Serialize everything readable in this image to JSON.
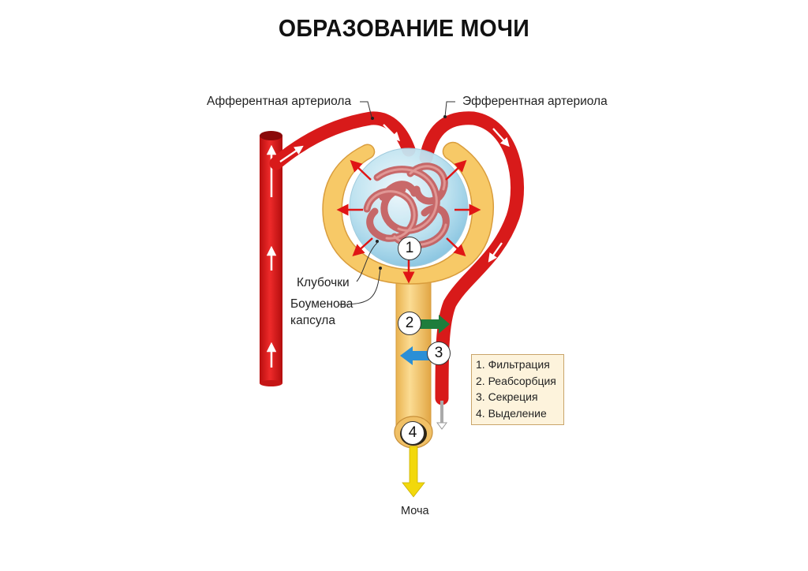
{
  "title": "ОБРАЗОВАНИЕ МОЧИ",
  "labels": {
    "afferent": "Афферентная артериола",
    "efferent": "Эфферентная артериола",
    "glomerulus": "Клубочки",
    "bowman_line1": "Боуменова",
    "bowman_line2": "капсула",
    "urine": "Моча"
  },
  "markers": [
    "1",
    "2",
    "3",
    "4"
  ],
  "legend": [
    "1. Фильтрация",
    "2. Реабсорбция",
    "3. Секреция",
    "4. Выделение"
  ],
  "colors": {
    "vessel": "#dd1b1b",
    "capsule": "#f7c967",
    "tubule": "#f8cf76",
    "glomerulus_sphere": "#bde3f1",
    "capillary": "#c85a5a",
    "reabsorption_arrow": "#1e7d3c",
    "secretion_arrow": "#2a8fd6",
    "excretion_arrow": "#f2d80c"
  }
}
